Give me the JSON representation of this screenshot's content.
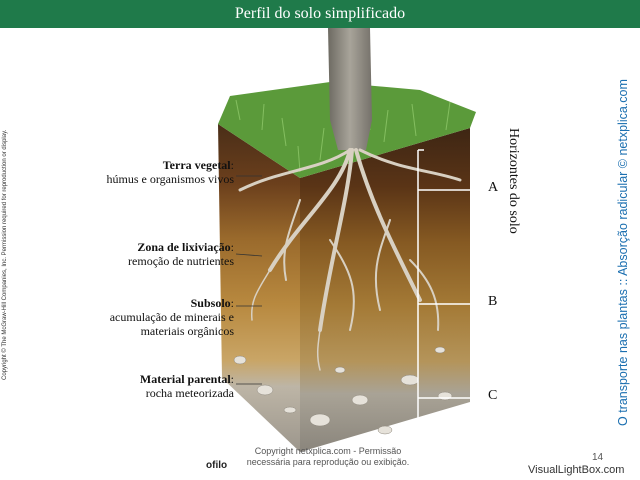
{
  "title": "Perfil do solo simplificado",
  "copyright_side": "Copyright © The McGraw-Hill Companies, Inc. Permission required for reproduction or display.",
  "side_credit": "O transporte nas plantas :: Absorção radicular © netxplica.com",
  "horizons_title": "Horizontes do solo",
  "layers": [
    {
      "name": "Terra vegetal",
      "desc": [
        "húmus e organismos vivos"
      ]
    },
    {
      "name": "Zona de lixiviação",
      "desc": [
        "remoção de nutrientes"
      ]
    },
    {
      "name": "Subsolo",
      "desc": [
        "acumulação de minerais e",
        "materiais orgânicos"
      ]
    },
    {
      "name": "Material parental",
      "desc": [
        "rocha meteorizada"
      ]
    }
  ],
  "horizons": [
    "A",
    "B",
    "C"
  ],
  "watermark": [
    "Copyright netxplica.com - Permissão",
    "necessária para reprodução ou exibição."
  ],
  "page_number": "14",
  "footer_brand": "VisualLightBox.com",
  "truncated_text": "ofilo",
  "colors": {
    "banner": "#1f7a4a",
    "side_credit": "#1b6fb0"
  }
}
